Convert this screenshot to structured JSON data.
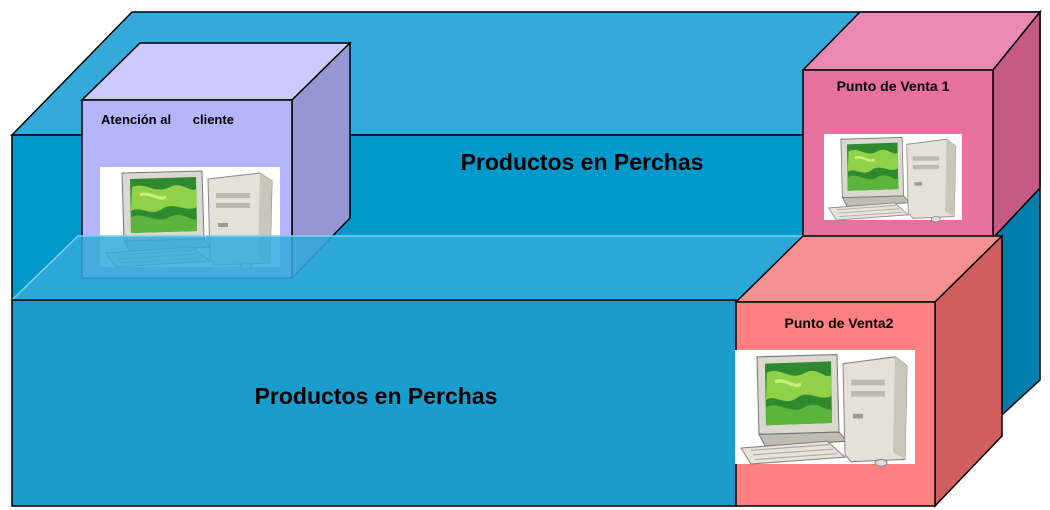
{
  "colors": {
    "shelf_top": "#33AADA",
    "shelf_front": "#0099CC",
    "shelf_side": "#007DAA",
    "shelf_lower_front": "#1A9CCD",
    "service_front": "#B4B4FF",
    "service_top": "#CACAFF",
    "service_side": "#9696D2",
    "pos1_front": "#E6709E",
    "pos1_top": "#EA8AB4",
    "pos1_side": "#C45A85",
    "pos2_front": "#FF8080",
    "pos2_top": "#F49090",
    "pos2_side": "#D05E5E",
    "outline": "#000000"
  },
  "labels": {
    "shelf_back": "Productos en Perchas",
    "shelf_front": "Productos en Perchas",
    "service": "Atención al      cliente",
    "pos1": "Punto de Venta 1",
    "pos2": "Punto de Venta2"
  },
  "icons": {
    "service": "desktop-computer-icon",
    "pos1": "desktop-computer-icon",
    "pos2": "desktop-computer-icon"
  }
}
